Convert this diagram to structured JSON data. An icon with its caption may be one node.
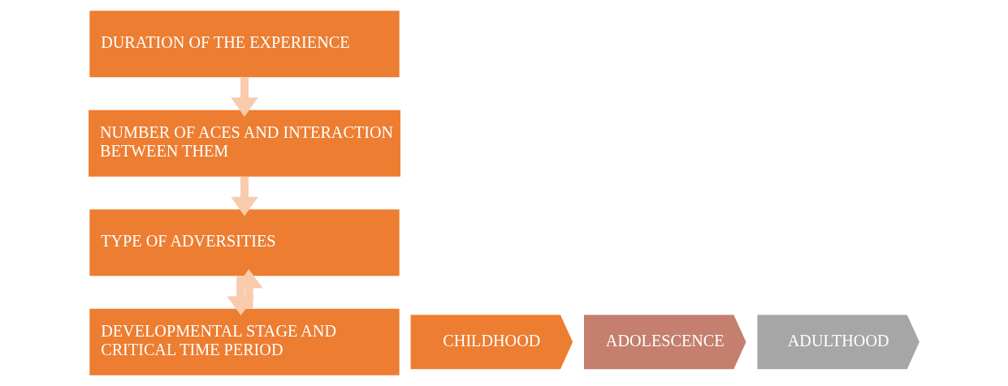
{
  "diagram": {
    "nodes": [
      {
        "text": [
          "DURATION OF THE EXPERIENCE"
        ]
      },
      {
        "text": [
          "NUMBER OF ACES AND INTERACTION BETWEEN THEM"
        ]
      },
      {
        "text": [
          "TYPE OF ADVERSITIES"
        ]
      },
      {
        "text": [
          "DEVELOPMENTAL STAGE AND CRITICAL TIME PERIOD"
        ]
      },
      {
        "text": [
          "CHILDHOOD"
        ]
      },
      {
        "text": [
          "ADOLESCENCE"
        ]
      },
      {
        "text": [
          "ADULTHOOD"
        ]
      }
    ],
    "edges": [
      {
        "from": 0,
        "to": 1,
        "arrow": "to"
      },
      {
        "from": 1,
        "to": 2,
        "arrow": "to"
      },
      {
        "from": 2,
        "to": 3,
        "arrow": "to"
      },
      {
        "from": 3,
        "to": 2,
        "arrow": "to"
      }
    ]
  }
}
